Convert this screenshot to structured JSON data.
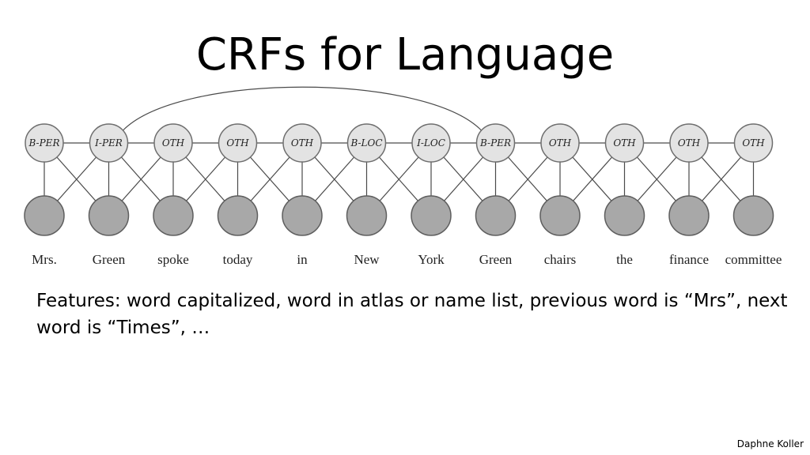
{
  "slide": {
    "title": "CRFs for Language",
    "features": "Features: word capitalized, word in atlas or name list, previous word is “Mrs”, next word is “Times”, …",
    "author": "Daphne Koller"
  },
  "diagram": {
    "labels": [
      "B-PER",
      "I-PER",
      "OTH",
      "OTH",
      "OTH",
      "B-LOC",
      "I-LOC",
      "B-PER",
      "OTH",
      "OTH",
      "OTH",
      "OTH"
    ],
    "words": [
      "Mrs.",
      "Green",
      "spoke",
      "today",
      "in",
      "New",
      "York",
      "Green",
      "chairs",
      "the",
      "finance",
      "committee"
    ],
    "long_range_edge": [
      1,
      7
    ],
    "colors": {
      "label_fill": "#e3e3e3",
      "word_fill": "#a8a8a8",
      "edge": "#4a4a4a"
    }
  }
}
